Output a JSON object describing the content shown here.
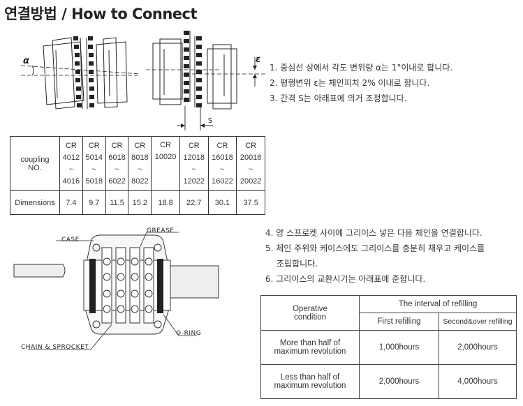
{
  "title": "연결방법 / How to Connect",
  "diagram_labels": {
    "alpha": "α",
    "epsilon": "ε",
    "s": "S",
    "case": "CASE",
    "grease": "GREASE",
    "oring": "O-RING",
    "chain": "CHAIN & SPROCKET"
  },
  "steps_top": [
    "1. 중심선 상에서 각도 변위량 α는 1°이내로 합니다.",
    "2. 평행변위 ε는 체인피치 2% 이내로 합니다.",
    "3. 간격 S는 아래표에 의거 조정합니다."
  ],
  "steps_bottom": [
    "4. 양 스프로켓 사이에 그리이스 넣은 다음 체인을 연결합니다.",
    "5. 체인 주위와 케이스에도 그리이스를 충분히 채우고 케이스를",
    "조립합니다.",
    "6. 그리이스의 교환시기는 아래표에 준합니다."
  ],
  "dimension_table": {
    "header_label": [
      "coupling",
      "NO."
    ],
    "row_label": "Dimensions",
    "columns": [
      {
        "prefix": "CR",
        "from": "4012",
        "tilde": "~",
        "to": "4016",
        "value": "7.4"
      },
      {
        "prefix": "CR",
        "from": "5014",
        "tilde": "~",
        "to": "5018",
        "value": "9.7"
      },
      {
        "prefix": "CR",
        "from": "6018",
        "tilde": "~",
        "to": "6022",
        "value": "11.5"
      },
      {
        "prefix": "CR",
        "from": "8018",
        "tilde": "~",
        "to": "8022",
        "value": "15.2"
      },
      {
        "prefix": "CR",
        "from": "10020",
        "tilde": "",
        "to": "",
        "value": "18.8"
      },
      {
        "prefix": "CR",
        "from": "12018",
        "tilde": "~",
        "to": "12022",
        "value": "22.7"
      },
      {
        "prefix": "CR",
        "from": "16018",
        "tilde": "~",
        "to": "16022",
        "value": "30.1"
      },
      {
        "prefix": "CR",
        "from": "20018",
        "tilde": "~",
        "to": "20022",
        "value": "37.5"
      }
    ]
  },
  "refill_table": {
    "col1_header": [
      "Operative",
      "condition"
    ],
    "interval_header": "The interval of refilling",
    "sub_first": "First refilling",
    "sub_second": "Second&over refilling",
    "rows": [
      {
        "cond1": "More than half of",
        "cond2": "maximum revolution",
        "first": "1,000hours",
        "second": "2,000hours"
      },
      {
        "cond1": "Less than half of",
        "cond2": "maximum revolution",
        "first": "2,000hours",
        "second": "4,000hours"
      }
    ]
  }
}
